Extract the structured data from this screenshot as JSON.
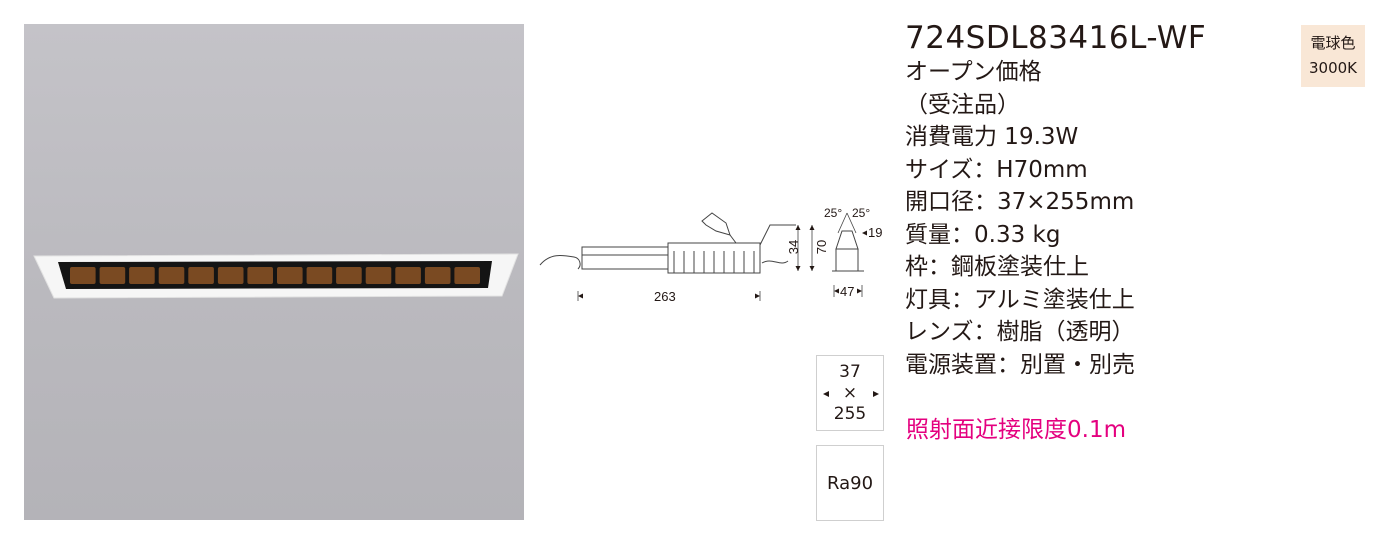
{
  "product": {
    "model": "724SDL83416L-WF",
    "specs": [
      "オープン価格",
      "（受注品）",
      "消費電力 19.3W",
      "サイズ：H70mm",
      "開口径：37×255mm",
      "質量：0.33 kg",
      "枠：鋼板塗装仕上",
      "灯具：アルミ塗装仕上",
      "レンズ：樹脂（透明）",
      "電源装置：別置・別売"
    ],
    "notice": "照射面近接限度0.1m"
  },
  "color_badge": {
    "name": "電球色",
    "temperature": "3000K"
  },
  "drawing": {
    "length": "263",
    "height_total": "70",
    "height_part": "34",
    "depth": "19",
    "width": "47",
    "angle_left": "25°",
    "angle_right": "25°"
  },
  "opening_box": {
    "width": "37",
    "times": "×",
    "length": "255"
  },
  "ra_box": {
    "label": "Ra90"
  },
  "colors": {
    "text": "#231815",
    "notice": "#e4007f",
    "badge_bg": "#f9e7d6",
    "photo_bg": "#bdbcc1",
    "louver": "#7a4a22"
  }
}
